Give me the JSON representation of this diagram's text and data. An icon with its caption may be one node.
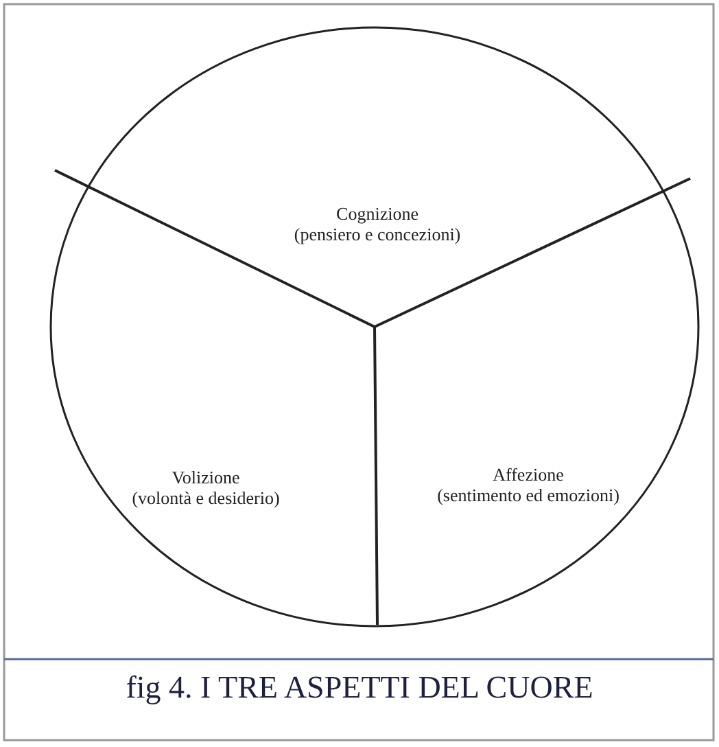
{
  "diagram": {
    "caption": "fig 4. I TRE ASPETTI DEL CUORE",
    "nodes": [
      {
        "text": [
          "Cognizione",
          "(pensiero e concezioni)"
        ]
      },
      {
        "text": [
          "Volizione",
          "(volontà e desiderio)"
        ]
      },
      {
        "text": [
          "Affezione",
          "(sentimento ed emozioni)"
        ]
      }
    ]
  }
}
